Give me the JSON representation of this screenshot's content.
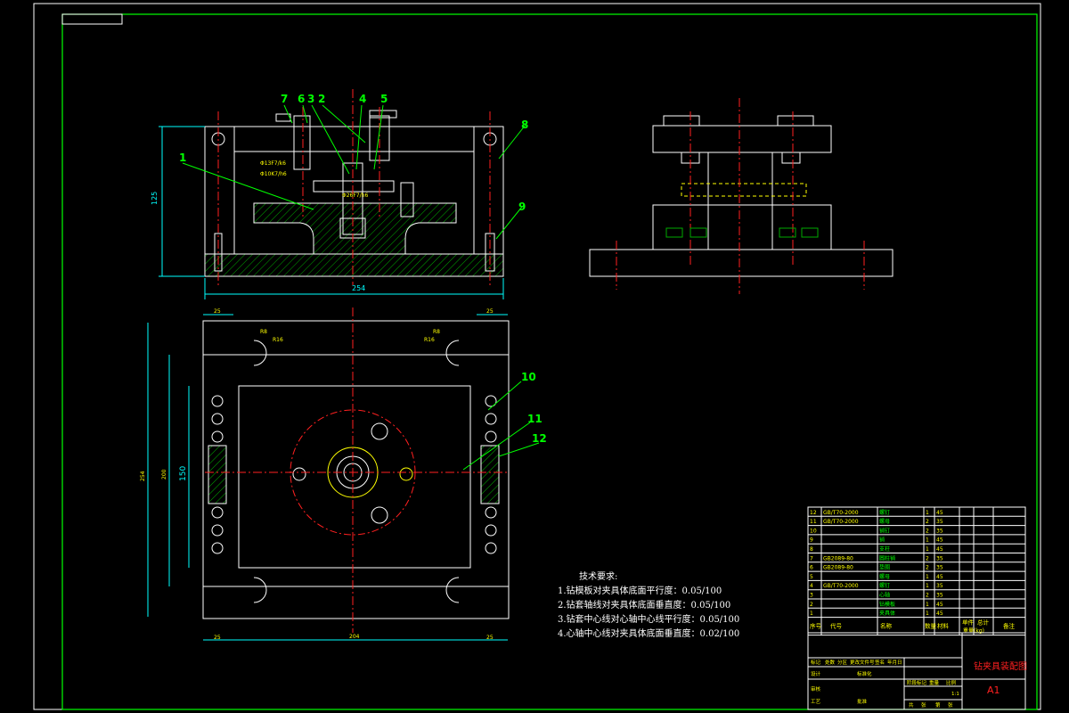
{
  "drawing": {
    "title": "钻夹具装配图",
    "sheet_size": "A1",
    "colors": {
      "background": "#000000",
      "outline": "#ffffff",
      "frame": "#00ff00",
      "centerline": "#ff2020",
      "dimension": "#00ffff",
      "hatch": "#00aa00",
      "hidden": "#ffff00",
      "text": "#ffff00"
    }
  },
  "balloons": [
    "1",
    "2",
    "3",
    "4",
    "5",
    "6",
    "7",
    "8",
    "9",
    "10",
    "11",
    "12"
  ],
  "dimensions": {
    "width_top": "254",
    "height_front": "125",
    "r_a": "R8",
    "r_b": "R16",
    "r_c": "R16",
    "r_d": "R8",
    "left_25": "25",
    "right_25": "25",
    "bl_25": "25",
    "br_25": "25",
    "overall_h": "254",
    "inner_h": "200",
    "slot_h": "150",
    "bottom_w": "204",
    "fit_a": "Φ13F7/k6",
    "fit_b": "Φ10K7/h6",
    "fit_c": "Φ26F7/h6"
  },
  "tech_requirements": {
    "title": "技术要求:",
    "items": [
      "1.钻模板对夹具体底面平行度：0.05/100",
      "2.钻套轴线对夹具体底面垂直度：0.05/100",
      "3.钻套中心线对心轴中心线平行度：0.05/100",
      "4.心轴中心线对夹具体底面垂直度：0.02/100"
    ]
  },
  "parts_list": {
    "headers": [
      "序号",
      "代号",
      "名称",
      "数量",
      "材料",
      "单件",
      "总计",
      "备注"
    ],
    "mass_label": "重量(kg)",
    "rows": [
      {
        "no": "12",
        "code": "GB/T70-2000",
        "name": "螺钉",
        "qty": "1",
        "mat": "45"
      },
      {
        "no": "11",
        "code": "GB/T70-2000",
        "name": "螺母",
        "qty": "2",
        "mat": "35"
      },
      {
        "no": "10",
        "code": "",
        "name": "销钉",
        "qty": "2",
        "mat": "35"
      },
      {
        "no": "9",
        "code": "",
        "name": "销",
        "qty": "1",
        "mat": "45"
      },
      {
        "no": "8",
        "code": "",
        "name": "支柱",
        "qty": "1",
        "mat": "45"
      },
      {
        "no": "7",
        "code": "GB2089-80",
        "name": "圆柱销",
        "qty": "2",
        "mat": "35"
      },
      {
        "no": "6",
        "code": "GB2089-80",
        "name": "垫圈",
        "qty": "2",
        "mat": "35"
      },
      {
        "no": "5",
        "code": "",
        "name": "螺母",
        "qty": "1",
        "mat": "45"
      },
      {
        "no": "4",
        "code": "GB/T70-2000",
        "name": "螺钉",
        "qty": "1",
        "mat": "35"
      },
      {
        "no": "3",
        "code": "",
        "name": "心轴",
        "qty": "2",
        "mat": "35"
      },
      {
        "no": "2",
        "code": "",
        "name": "钻模板",
        "qty": "1",
        "mat": "45"
      },
      {
        "no": "1",
        "code": "",
        "name": "夹具体",
        "qty": "1",
        "mat": "45"
      }
    ]
  },
  "title_block": {
    "row1": [
      "标记",
      "处数",
      "分区",
      "更改文件号",
      "签名",
      "年月日"
    ],
    "left_labels": [
      "设计",
      "审核",
      "工艺"
    ],
    "std_labels": [
      "标准化",
      "批准"
    ],
    "stage_labels": [
      "阶段标记",
      "重量",
      "比例"
    ],
    "scale": "1:1",
    "sheet_info": [
      "共",
      "张",
      "第",
      "张"
    ]
  }
}
